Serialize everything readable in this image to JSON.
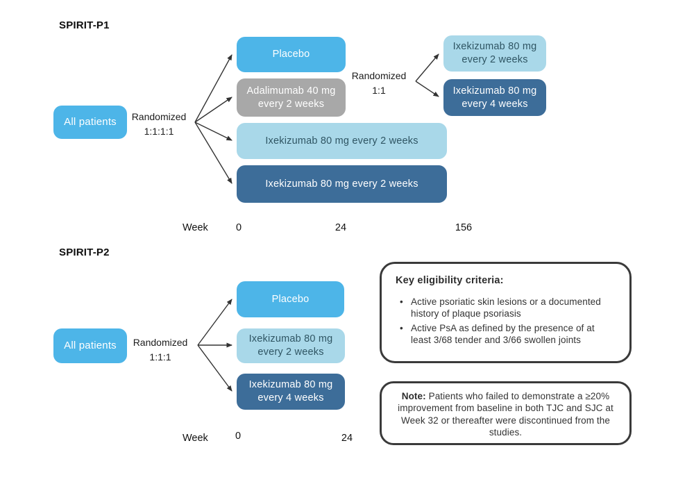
{
  "colors": {
    "sky_blue": "#4db5e8",
    "gray": "#a8a8a8",
    "light_blue": "#a9d8e9",
    "dark_blue": "#3d6d99",
    "dark_text_on_light": "#2f5563",
    "arrow": "#333333",
    "outline_border": "#3a3a3a"
  },
  "spirit_p1": {
    "title": "SPIRIT-P1",
    "source_box": "All patients",
    "randomization_label": "Randomized",
    "randomization_ratio": "1:1:1:1",
    "arms": [
      {
        "label": "Placebo"
      },
      {
        "label": "Adalimumab 40 mg every 2 weeks"
      },
      {
        "label": "Ixekizumab 80 mg every 2 weeks"
      },
      {
        "label": "Ixekizumab 80 mg every 2 weeks"
      }
    ],
    "rerandomization_label": "Randomized",
    "rerandomization_ratio": "1:1",
    "rerandomization_arms": [
      {
        "label": "Ixekizumab 80 mg every 2 weeks"
      },
      {
        "label": "Ixekizumab 80 mg every 4 weeks"
      }
    ],
    "week_label": "Week",
    "week_ticks": [
      "0",
      "24",
      "156"
    ]
  },
  "spirit_p2": {
    "title": "SPIRIT-P2",
    "source_box": "All patients",
    "randomization_label": "Randomized",
    "randomization_ratio": "1:1:1",
    "arms": [
      {
        "label": "Placebo"
      },
      {
        "label": "Ixekizumab 80 mg every 2 weeks"
      },
      {
        "label": "Ixekizumab 80 mg every 4 weeks"
      }
    ],
    "week_label": "Week",
    "week_ticks": [
      "0",
      "24"
    ]
  },
  "eligibility": {
    "title": "Key eligibility criteria:",
    "bullets": [
      "Active psoriatic skin lesions or a documented history of plaque psoriasis",
      "Active PsA as defined by the presence of at least 3/68 tender and 3/66 swollen joints"
    ]
  },
  "note": {
    "label": "Note:",
    "text": "Patients who failed to demonstrate a ≥20% improvement from baseline in both TJC and SJC at Week 32 or thereafter were discontinued from the studies."
  }
}
